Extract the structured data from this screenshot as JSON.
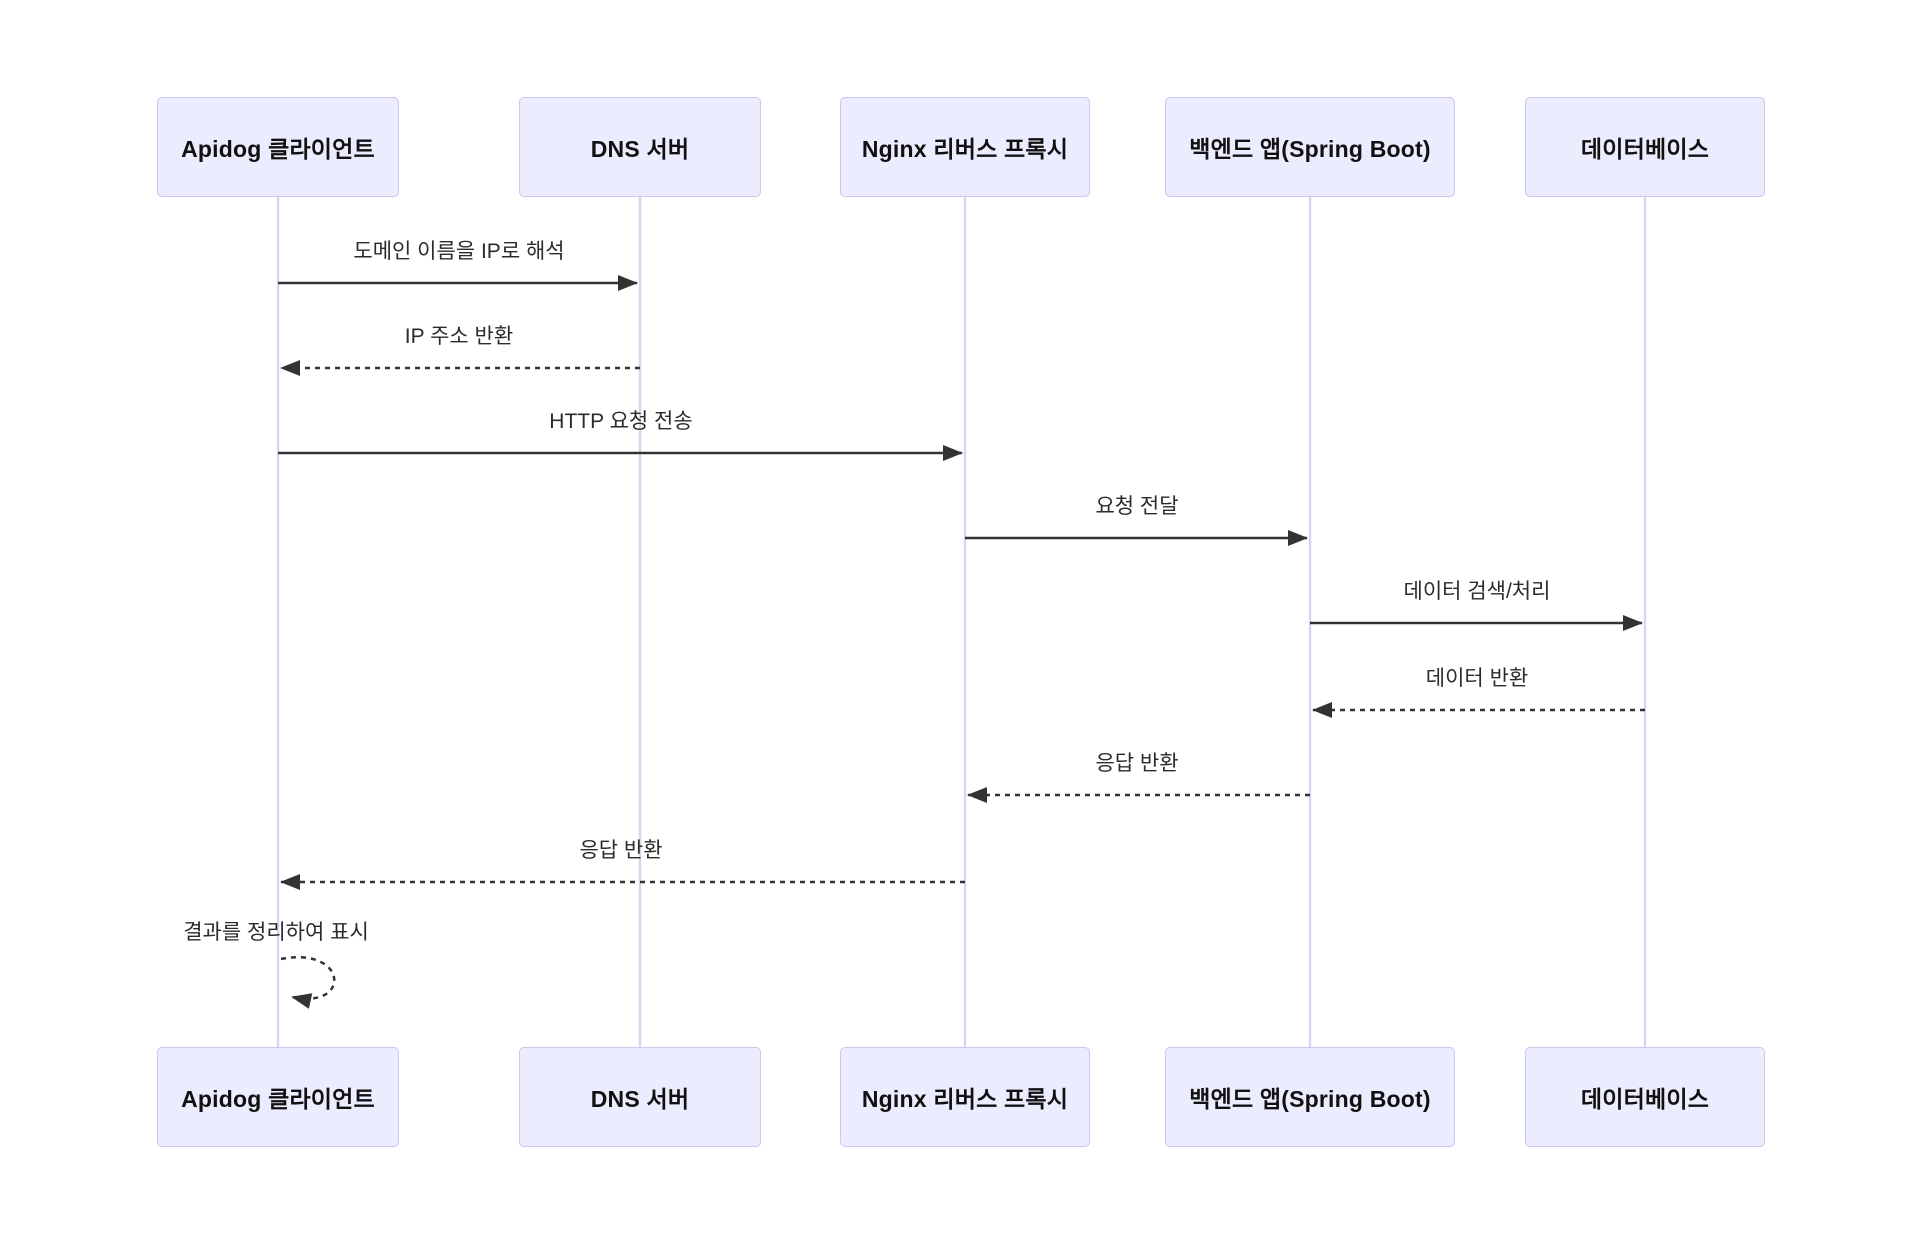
{
  "diagram": {
    "kind": "sequence-diagram",
    "background_color": "#ffffff",
    "actor_fill_color": "#ECECFF",
    "actor_border_color": "#CFC6EE",
    "lifeline_color": "#DCD2F2",
    "arrow_color": "#333333"
  },
  "actors": [
    {
      "id": "apidog",
      "label": "Apidog 클라이언트"
    },
    {
      "id": "dns",
      "label": "DNS 서버"
    },
    {
      "id": "nginx",
      "label": "Nginx 리버스 프록시"
    },
    {
      "id": "backend",
      "label": "백엔드 앱(Spring Boot)"
    },
    {
      "id": "db",
      "label": "데이터베이스"
    }
  ],
  "messages": [
    {
      "label": "도메인 이름을 IP로 해석",
      "from": "apidog",
      "to": "dns",
      "line": "solid"
    },
    {
      "label": "IP 주소 반환",
      "from": "dns",
      "to": "apidog",
      "line": "dashed"
    },
    {
      "label": "HTTP 요청 전송",
      "from": "apidog",
      "to": "nginx",
      "line": "solid"
    },
    {
      "label": "요청 전달",
      "from": "nginx",
      "to": "backend",
      "line": "solid"
    },
    {
      "label": "데이터 검색/처리",
      "from": "backend",
      "to": "db",
      "line": "solid"
    },
    {
      "label": "데이터 반환",
      "from": "db",
      "to": "backend",
      "line": "dashed"
    },
    {
      "label": "응답 반환",
      "from": "backend",
      "to": "nginx",
      "line": "dashed"
    },
    {
      "label": "응답 반환",
      "from": "nginx",
      "to": "apidog",
      "line": "dashed"
    },
    {
      "label": "결과를 정리하여 표시",
      "from": "apidog",
      "to": "apidog",
      "line": "dashed-self"
    }
  ]
}
